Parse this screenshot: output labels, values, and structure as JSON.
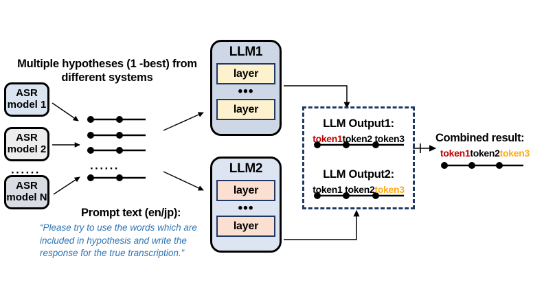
{
  "diagram": {
    "title": "ASR hypothesis fusion with LLMs",
    "left": {
      "heading_line1": "Multiple hypotheses (1 -best) from",
      "heading_line2": "different systems",
      "asr_models": [
        {
          "line1": "ASR",
          "line2": "model 1",
          "fill": "#dbe5f1"
        },
        {
          "line1": "ASR",
          "line2": "model 2",
          "fill": "#ededed"
        },
        {
          "line1": "ASR",
          "line2": "model N",
          "fill": "#d9dce3"
        }
      ],
      "vertical_ellipsis": "······",
      "hypotheses_ellipsis": "······",
      "hypothesis_count": 4
    },
    "prompt": {
      "title": "Prompt text (en/jp):",
      "body": "“Please try to use the words which are included in hypothesis and write the response for the true transcription.”",
      "color": "#2e74b5"
    },
    "llms": [
      {
        "name": "LLM1",
        "block_fill": "#ced7e5",
        "layer_fill": "#fdf2cd",
        "layer_border": "#1f3864",
        "layers": [
          "layer",
          "layer"
        ],
        "dots": "•••"
      },
      {
        "name": "LLM2",
        "block_fill": "#dde5f2",
        "layer_fill": "#fbe0d2",
        "layer_border": "#1f3864",
        "layers": [
          "layer",
          "layer"
        ],
        "dots": "•••"
      }
    ],
    "outputs": {
      "border_color": "#1f3864",
      "items": [
        {
          "title": "LLM Output1:",
          "tokens": [
            {
              "text": "token1",
              "color": "#c00000"
            },
            {
              "text": "token2",
              "color": "#000000"
            },
            {
              "text": " token3",
              "color": "#000000"
            }
          ]
        },
        {
          "title": "LLM Output2:",
          "tokens": [
            {
              "text": "token1 ",
              "color": "#000000"
            },
            {
              "text": "token2",
              "color": "#000000"
            },
            {
              "text": "token3",
              "color": "#ffab17"
            }
          ]
        }
      ]
    },
    "combined": {
      "title": "Combined result:",
      "tokens": [
        {
          "text": "token1",
          "color": "#c00000"
        },
        {
          "text": "token2",
          "color": "#000000"
        },
        {
          "text": "token3",
          "color": "#ffab17"
        }
      ]
    },
    "colors": {
      "accent_red": "#c00000",
      "accent_orange": "#ffab17",
      "navy": "#1f3864",
      "prompt_blue": "#2e74b5",
      "llm1_fill": "#ced7e5",
      "llm2_fill": "#dde5f2",
      "layer1_fill": "#fdf2cd",
      "layer2_fill": "#fbe0d2"
    }
  }
}
